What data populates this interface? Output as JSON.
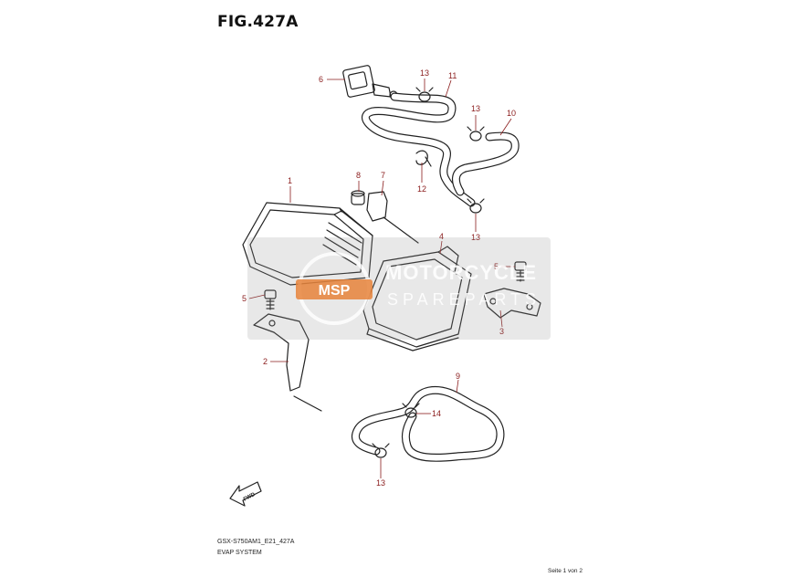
{
  "figure": {
    "title": "FIG.427A",
    "model_code": "GSX-S750AM1_E21_427A",
    "system_name": "EVAP SYSTEM",
    "page_note": "Seite 1 von 2",
    "fwd_label": "FWD"
  },
  "watermark": {
    "line1": "MOTORCYCLE",
    "line2": "SPAREPARTS",
    "logo_text": "MSP",
    "logo_color": "#e6823a"
  },
  "callouts": [
    {
      "id": "c-6a",
      "label": "6"
    },
    {
      "id": "c-13a",
      "label": "13"
    },
    {
      "id": "c-11",
      "label": "11"
    },
    {
      "id": "c-13b",
      "label": "13"
    },
    {
      "id": "c-10",
      "label": "10"
    },
    {
      "id": "c-1",
      "label": "1"
    },
    {
      "id": "c-8",
      "label": "8"
    },
    {
      "id": "c-7",
      "label": "7"
    },
    {
      "id": "c-12",
      "label": "12"
    },
    {
      "id": "c-13c",
      "label": "13"
    },
    {
      "id": "c-4",
      "label": "4"
    },
    {
      "id": "c-5a",
      "label": "5"
    },
    {
      "id": "c-5b",
      "label": "5"
    },
    {
      "id": "c-3",
      "label": "3"
    },
    {
      "id": "c-2",
      "label": "2"
    },
    {
      "id": "c-9",
      "label": "9"
    },
    {
      "id": "c-14",
      "label": "14"
    },
    {
      "id": "c-13d",
      "label": "13"
    }
  ],
  "colors": {
    "callout": "#8a1c1c",
    "line": "#222222"
  }
}
